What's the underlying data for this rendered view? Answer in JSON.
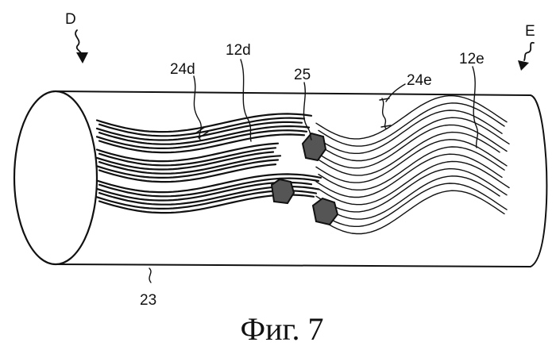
{
  "figure": {
    "caption": "Фиг. 7",
    "labels": {
      "D": "D",
      "E": "E",
      "ref_24d": "24d",
      "ref_12d": "12d",
      "ref_25": "25",
      "ref_24e": "24e",
      "ref_12e": "12e",
      "ref_23": "23"
    }
  }
}
